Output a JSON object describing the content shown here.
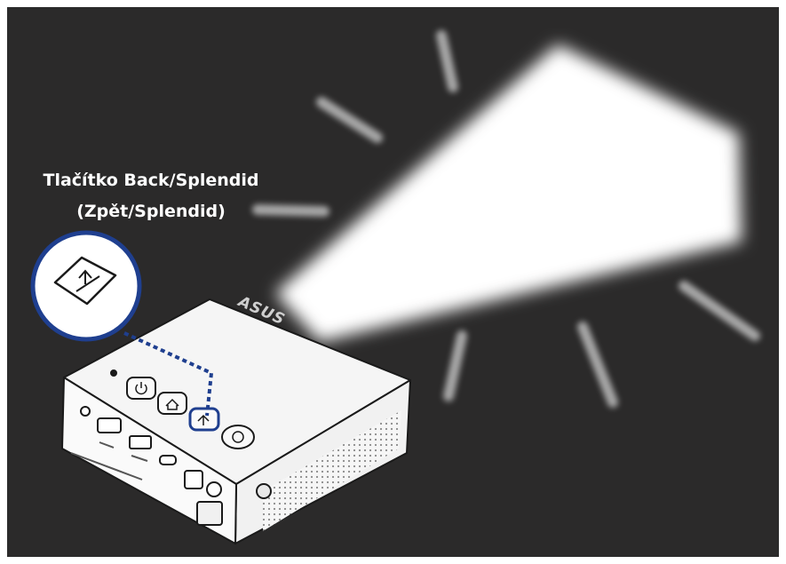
{
  "callout": {
    "line1": "Tlačítko Back/Splendid",
    "line2": "(Zpět/Splendid)"
  },
  "device": {
    "brand_logo": "ASUS",
    "highlighted_button": "back-splendid-button",
    "highlight_color": "#1f3f8f"
  },
  "colors": {
    "background": "#2b2a2a",
    "frame": "#ffffff",
    "device_body": "#f4f4f4",
    "outline": "#1a1a1a",
    "beam": "#ffffff"
  }
}
